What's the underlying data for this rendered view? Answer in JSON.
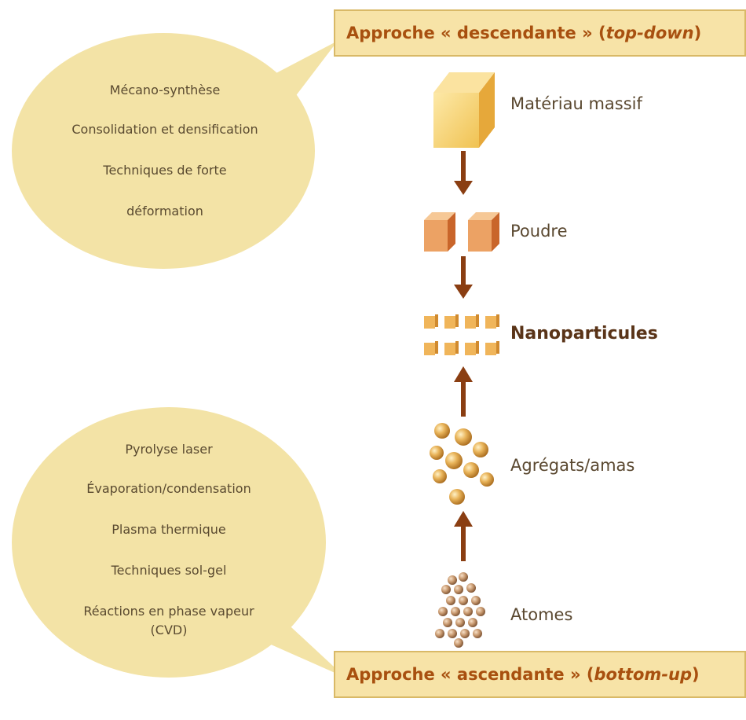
{
  "banner_top": {
    "prefix": "Approche « descendante » (",
    "emph": "top-down",
    "suffix": ")"
  },
  "banner_bottom": {
    "prefix": "Approche « ascendante » (",
    "emph": "bottom-up",
    "suffix": ")"
  },
  "stages": {
    "massif": "Matériau massif",
    "poudre": "Poudre",
    "nano": "Nanoparticules",
    "agregats": "Agrégats/amas",
    "atomes": "Atomes"
  },
  "top_down_methods": [
    "Mécano-synthèse",
    "Consolidation et densification",
    "Techniques de forte",
    "déformation"
  ],
  "bottom_up_methods": [
    "Pyrolyse laser",
    "Évaporation/condensation",
    "Plasma thermique",
    "Techniques sol-gel",
    "Réactions en phase vapeur",
    "(CVD)"
  ],
  "colors": {
    "banner_bg": "#f7e3a7",
    "banner_text": "#a8500f",
    "bubble": "#f3e3a6",
    "arrow": "#8a3e12"
  }
}
